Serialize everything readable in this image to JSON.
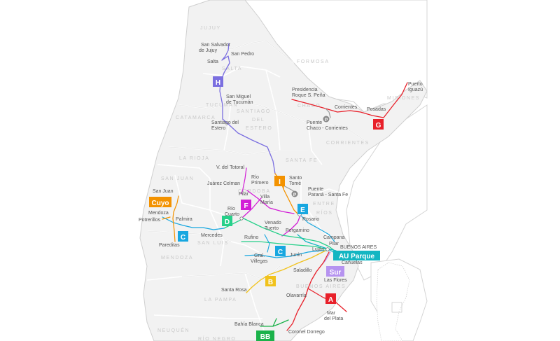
{
  "provinces": [
    {
      "id": "jujuy",
      "name": "JUJUY"
    },
    {
      "id": "salta",
      "name": "SALTA"
    },
    {
      "id": "formosa",
      "name": "FORMOSA"
    },
    {
      "id": "chaco",
      "name": "CHACO"
    },
    {
      "id": "misiones",
      "name": "MISIONES"
    },
    {
      "id": "tucuman",
      "name": "TUCUMÁN"
    },
    {
      "id": "catamarca",
      "name": "CATAMARCA"
    },
    {
      "id": "santiago1",
      "name": "SANTIAGO"
    },
    {
      "id": "santiago2",
      "name": "DEL"
    },
    {
      "id": "santiago3",
      "name": "ESTERO"
    },
    {
      "id": "corrientes",
      "name": "CORRIENTES"
    },
    {
      "id": "larioja",
      "name": "LA RIOJA"
    },
    {
      "id": "santafe",
      "name": "SANTA FE"
    },
    {
      "id": "sanjuan",
      "name": "SAN JUAN"
    },
    {
      "id": "cordoba",
      "name": "CÓRDOBA"
    },
    {
      "id": "entre",
      "name": "ENTRE"
    },
    {
      "id": "rios",
      "name": "RÍOS"
    },
    {
      "id": "sanluis",
      "name": "SAN LUIS"
    },
    {
      "id": "mendoza",
      "name": "MENDOZA"
    },
    {
      "id": "buenosaires",
      "name": "BUENOS AIRES"
    },
    {
      "id": "lapampa",
      "name": "LA PAMPA"
    },
    {
      "id": "neuquen",
      "name": "NEUQUÉN"
    },
    {
      "id": "rionegro",
      "name": "RÍO NEGRO"
    }
  ],
  "cities": [
    {
      "id": "san-salvador",
      "lines": [
        "San Salvador",
        "de Jujuy"
      ]
    },
    {
      "id": "san-pedro",
      "lines": [
        "San Pedro"
      ]
    },
    {
      "id": "salta",
      "lines": [
        "Salta"
      ]
    },
    {
      "id": "presidencia",
      "lines": [
        "Presidencia",
        "Roque S. Peña"
      ]
    },
    {
      "id": "corrientes-city",
      "lines": [
        "Corrientes"
      ]
    },
    {
      "id": "posadas",
      "lines": [
        "Posadas"
      ]
    },
    {
      "id": "puerto-iguazu",
      "lines": [
        "Puerto",
        "Iguazú"
      ]
    },
    {
      "id": "tucuman",
      "lines": [
        "San Miguel",
        "de Tucumán"
      ]
    },
    {
      "id": "santiago",
      "lines": [
        "Santiago del",
        "Estero"
      ]
    },
    {
      "id": "puente-chaco",
      "lines": [
        "Puente",
        "Chaco - Corrientes"
      ]
    },
    {
      "id": "totoral",
      "lines": [
        "V. del Totoral"
      ]
    },
    {
      "id": "juarez",
      "lines": [
        "Juárez Celman"
      ]
    },
    {
      "id": "rio-primero",
      "lines": [
        "Río",
        "Primero"
      ]
    },
    {
      "id": "santo-tome",
      "lines": [
        "Santo",
        "Tomé"
      ]
    },
    {
      "id": "puente-parana",
      "lines": [
        "Puente",
        "Paraná - Santa Fe"
      ]
    },
    {
      "id": "san-juan",
      "lines": [
        "San Juan"
      ]
    },
    {
      "id": "pilar-cba",
      "lines": [
        "Pilar"
      ]
    },
    {
      "id": "villa-maria",
      "lines": [
        "Villa",
        "María"
      ]
    },
    {
      "id": "mendoza",
      "lines": [
        "Mendoza"
      ]
    },
    {
      "id": "potrerillos",
      "lines": [
        "Potrerillos"
      ]
    },
    {
      "id": "palmira",
      "lines": [
        "Palmira"
      ]
    },
    {
      "id": "rio-cuarto",
      "lines": [
        "Río",
        "Cuarto"
      ]
    },
    {
      "id": "rosario",
      "lines": [
        "Rosario"
      ]
    },
    {
      "id": "venado",
      "lines": [
        "Venado",
        "Tuerto"
      ]
    },
    {
      "id": "pergamino",
      "lines": [
        "Pergamino"
      ]
    },
    {
      "id": "campana",
      "lines": [
        "Campana"
      ]
    },
    {
      "id": "pilar-ba",
      "lines": [
        "Pilar"
      ]
    },
    {
      "id": "mercedes",
      "lines": [
        "Mercedes"
      ]
    },
    {
      "id": "pareditas",
      "lines": [
        "Pareditas"
      ]
    },
    {
      "id": "rufino",
      "lines": [
        "Rufino"
      ]
    },
    {
      "id": "junin",
      "lines": [
        "Junín"
      ]
    },
    {
      "id": "lujan",
      "lines": [
        "Luján"
      ]
    },
    {
      "id": "buenos-aires-city",
      "lines": [
        "BUENOS AIRES"
      ]
    },
    {
      "id": "gral-villegas",
      "lines": [
        "Gral.",
        "Villegas"
      ]
    },
    {
      "id": "canuelas",
      "lines": [
        "Cañuelas"
      ]
    },
    {
      "id": "saladillo",
      "lines": [
        "Saladillo"
      ]
    },
    {
      "id": "las-flores",
      "lines": [
        "Las Flores"
      ]
    },
    {
      "id": "santa-rosa",
      "lines": [
        "Santa Rosa"
      ]
    },
    {
      "id": "olavarria",
      "lines": [
        "Olavarría"
      ]
    },
    {
      "id": "mar-del-plata",
      "lines": [
        "Mar",
        "del Plata"
      ]
    },
    {
      "id": "bahia-blanca",
      "lines": [
        "Bahía Blanca"
      ]
    },
    {
      "id": "coronel-dorrego",
      "lines": [
        "Coronel Dorrego"
      ]
    }
  ],
  "routes": [
    {
      "id": "H",
      "label": "H",
      "color": "#7b6fe0"
    },
    {
      "id": "G",
      "label": "G",
      "color": "#e8202a"
    },
    {
      "id": "I",
      "label": "I",
      "color": "#f39200"
    },
    {
      "id": "Cuyo",
      "label": "Cuyo",
      "color": "#f39200"
    },
    {
      "id": "F",
      "label": "F",
      "color": "#d21ed6"
    },
    {
      "id": "E",
      "label": "E",
      "color": "#17a7e0"
    },
    {
      "id": "D",
      "label": "D",
      "color": "#27d08a"
    },
    {
      "id": "C1",
      "label": "C",
      "color": "#17a7e0"
    },
    {
      "id": "C2",
      "label": "C",
      "color": "#17a7e0"
    },
    {
      "id": "AU",
      "label": "AU Parque",
      "color": "#13b6c2"
    },
    {
      "id": "Sur",
      "label": "Sur",
      "color": "#b693f0"
    },
    {
      "id": "B",
      "label": "B",
      "color": "#f1c21b"
    },
    {
      "id": "A",
      "label": "A",
      "color": "#e8202a"
    },
    {
      "id": "BB",
      "label": "BB",
      "color": "#1bb24a"
    }
  ],
  "colors": {
    "province_fill": "#f2f2f2",
    "province_border": "#ffffff",
    "neighbour_fill": "#ffffff",
    "neighbour_border": "#cfcfcf",
    "route_gray": "#9a9a9a"
  }
}
